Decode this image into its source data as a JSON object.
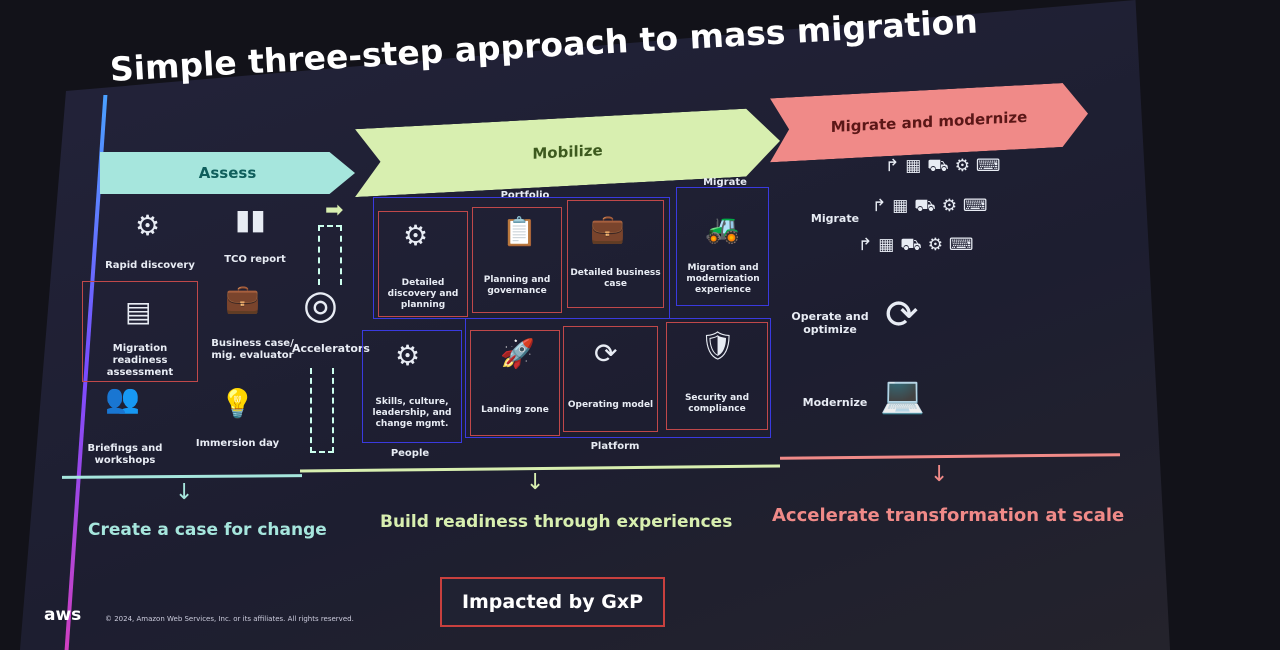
{
  "title": "Simple three-step approach to mass migration",
  "phases": {
    "assess": "Assess",
    "mobilize": "Mobilize",
    "migrate": "Migrate and modernize"
  },
  "assess_items": [
    "Rapid discovery",
    "TCO report",
    "Migration readiness assessment",
    "Business case/ mig. evaluator",
    "Accelerators",
    "Briefings and workshops",
    "Immersion day"
  ],
  "mobilize": {
    "portfolio_label": "Portfolio",
    "migrate_label": "Migrate",
    "people_label": "People",
    "platform_label": "Platform",
    "items": [
      "Detailed discovery and planning",
      "Planning and governance",
      "Detailed business case",
      "Migration and modernization experience",
      "Skills, culture, leadership, and change mgmt.",
      "Landing zone",
      "Operating model",
      "Security and compliance"
    ]
  },
  "migrate_items": [
    "Migrate",
    "Operate and optimize",
    "Modernize"
  ],
  "outcomes": [
    "Create a case for change",
    "Build readiness through experiences",
    "Accelerate transformation at scale"
  ],
  "gxp_label": "Impacted by GxP",
  "footer": "© 2024, Amazon Web Services, Inc. or its affiliates. All rights reserved.",
  "logo": "aws",
  "colors": {
    "assess": "#a6e6dd",
    "mobilize": "#d8efb0",
    "migrate": "#f08a88",
    "highlight_border": "#c0484a",
    "group_border": "#3a3adf"
  }
}
